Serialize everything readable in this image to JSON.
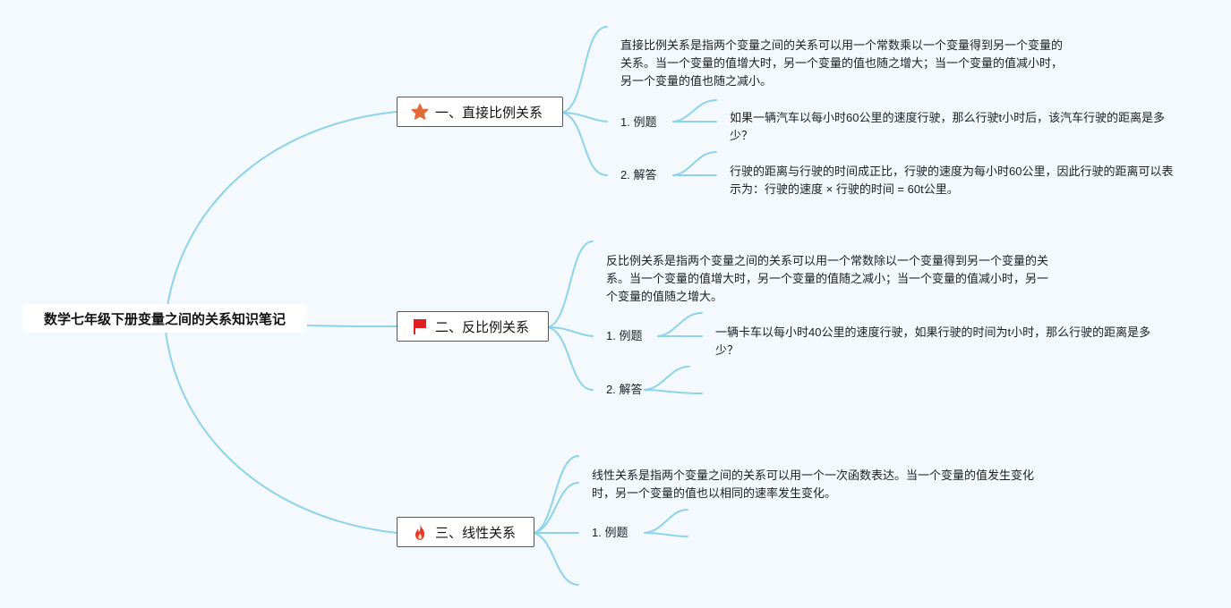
{
  "root": {
    "title": "数学七年级下册变量之间的关系知识笔记"
  },
  "colors": {
    "line": "#8fd3ea",
    "background": "#f3f9fc",
    "star": "#e36a3a",
    "flag": "#e02020",
    "fire": "#ee3524"
  },
  "sections": [
    {
      "title": "一、直接比例关系",
      "icon": "star-icon",
      "definition": "直接比例关系是指两个变量之间的关系可以用一个常数乘以一个变量得到另一个变量的关系。当一个变量的值增大时，另一个变量的值也随之增大；当一个变量的值减小时，另一个变量的值也随之减小。",
      "example_label": "1. 例题",
      "example_text": "如果一辆汽车以每小时60公里的速度行驶，那么行驶t小时后，该汽车行驶的距离是多少？",
      "answer_label": "2. 解答",
      "answer_text": "行驶的距离与行驶的时间成正比，行驶的速度为每小时60公里，因此行驶的距离可以表示为：行驶的速度 × 行驶的时间 = 60t公里。"
    },
    {
      "title": "二、反比例关系",
      "icon": "flag-icon",
      "definition": "反比例关系是指两个变量之间的关系可以用一个常数除以一个变量得到另一个变量的关系。当一个变量的值增大时，另一个变量的值随之减小；当一个变量的值减小时，另一个变量的值随之增大。",
      "example_label": "1. 例题",
      "example_text": "一辆卡车以每小时40公里的速度行驶，如果行驶的时间为t小时，那么行驶的距离是多少？",
      "answer_label": "2. 解答"
    },
    {
      "title": "三、线性关系",
      "icon": "fire-icon",
      "definition": "线性关系是指两个变量之间的关系可以用一个一次函数表达。当一个变量的值发生变化时，另一个变量的值也以相同的速率发生变化。",
      "example_label": "1. 例题"
    }
  ]
}
